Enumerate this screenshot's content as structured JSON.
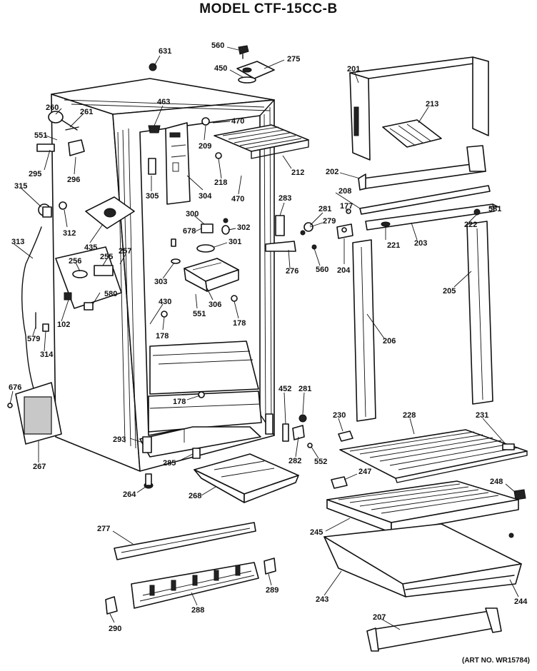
{
  "header": {
    "title": "MODEL CTF-15CC-B"
  },
  "footer": {
    "art_number": "(ART NO. WR15784)"
  },
  "diagram": {
    "part_labels": [
      "631",
      "560",
      "275",
      "450",
      "201",
      "260",
      "261",
      "463",
      "470",
      "213",
      "551",
      "209",
      "295",
      "296",
      "212",
      "218",
      "202",
      "470",
      "315",
      "305",
      "304",
      "208",
      "283",
      "177",
      "581",
      "281",
      "312",
      "300",
      "279",
      "222",
      "313",
      "678",
      "302",
      "435",
      "221",
      "203",
      "301",
      "255",
      "257",
      "256",
      "303",
      "276",
      "560",
      "204",
      "205",
      "580",
      "306",
      "102",
      "430",
      "551",
      "178",
      "178",
      "206",
      "579",
      "314",
      "676",
      "452",
      "281",
      "178",
      "230",
      "228",
      "231",
      "293",
      "282",
      "552",
      "267",
      "285",
      "247",
      "248",
      "264",
      "268",
      "245",
      "277",
      "289",
      "243",
      "244",
      "288",
      "290",
      "207"
    ]
  }
}
